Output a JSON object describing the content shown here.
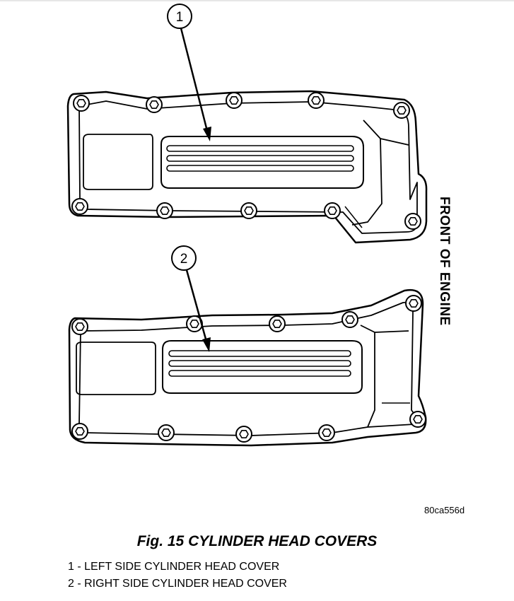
{
  "diagram": {
    "callouts": [
      "1",
      "2"
    ],
    "orientation_label": "FRONT OF ENGINE",
    "figure_id": "80ca556d",
    "caption": "Fig. 15 CYLINDER HEAD COVERS",
    "legend": [
      "1 - LEFT SIDE CYLINDER HEAD COVER",
      "2 - RIGHT SIDE CYLINDER HEAD COVER"
    ]
  }
}
